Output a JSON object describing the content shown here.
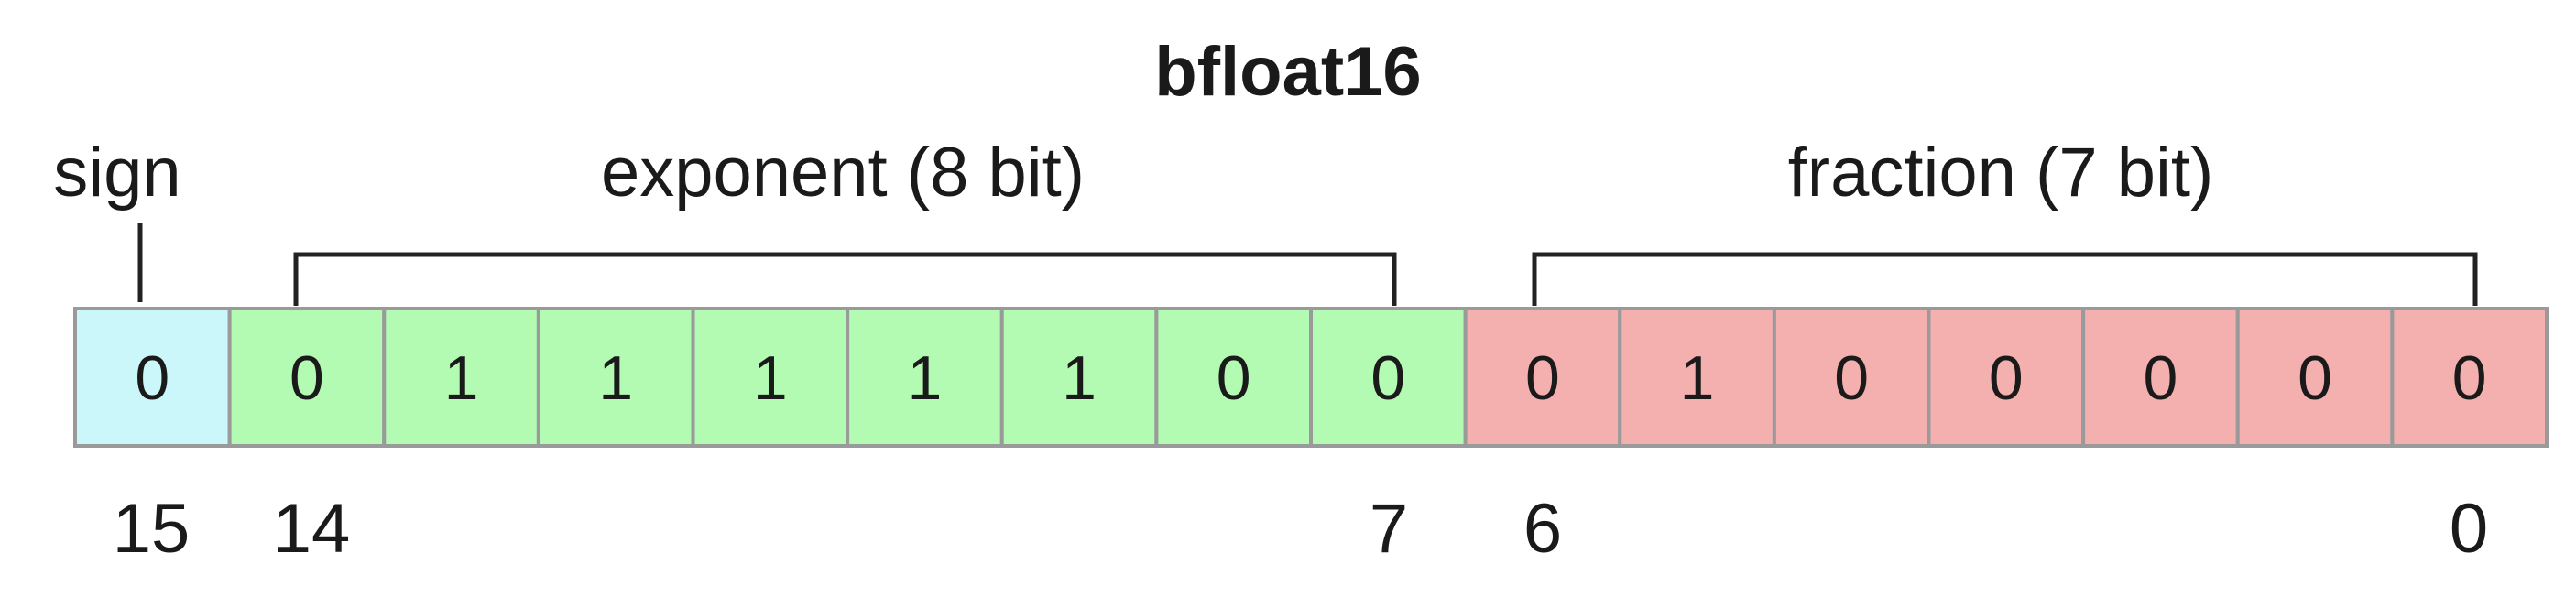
{
  "title": "bfloat16",
  "fields": [
    {
      "label": "sign",
      "color": "#ccf7fa",
      "bits": [
        "0"
      ]
    },
    {
      "label": "exponent (8 bit)",
      "color": "#b3fbb3",
      "bits": [
        "0",
        "1",
        "1",
        "1",
        "1",
        "1",
        "0",
        "0"
      ]
    },
    {
      "label": "fraction (7 bit)",
      "color": "#f4b0ae",
      "bits": [
        "0",
        "1",
        "0",
        "0",
        "0",
        "0",
        "0"
      ]
    }
  ],
  "bit_indices": [
    "15",
    "14",
    "7",
    "6",
    "0"
  ],
  "colors": {
    "cell_border": "#9a9a9a",
    "bracket": "#222222",
    "text": "#1a1a1a"
  }
}
